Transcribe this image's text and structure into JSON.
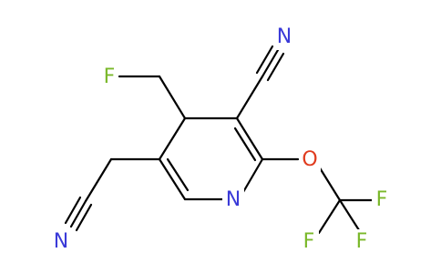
{
  "colors": {
    "background": "#ffffff",
    "bond": "#000000",
    "nitrogen": "#3a3ad8",
    "oxygen": "#e03b1e",
    "fluorine": "#7ab82a"
  },
  "atoms": {
    "f_top": "F",
    "n_nitrile_top": "N",
    "n_ring": "N",
    "o_ether": "O",
    "f_cf3_right": "F",
    "f_cf3_left": "F",
    "f_cf3_bottom": "F",
    "n_nitrile_left": "N"
  }
}
